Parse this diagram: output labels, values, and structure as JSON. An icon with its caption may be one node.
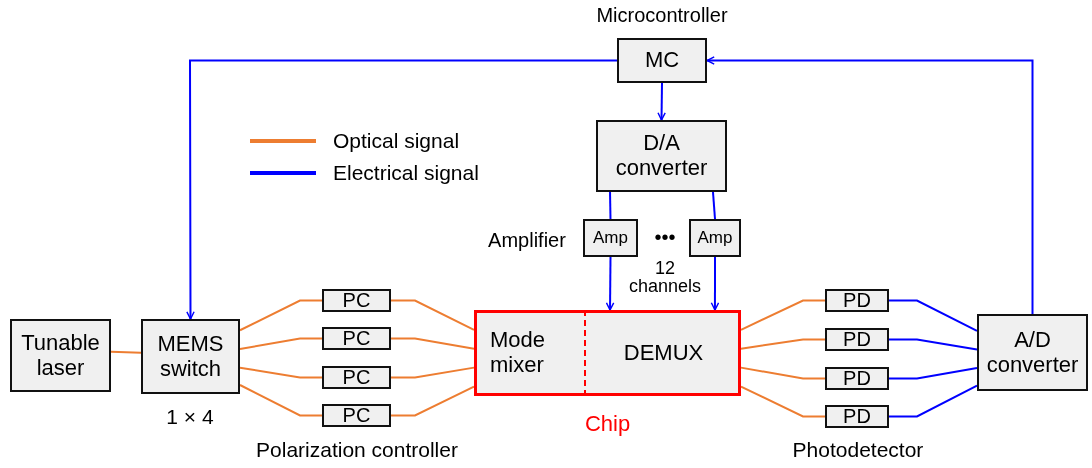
{
  "diagram": {
    "nodes": [
      {
        "text": [
          "MC"
        ],
        "beside": [
          "Microcontroller"
        ]
      },
      {
        "text": [
          "D/A converter"
        ]
      },
      {
        "text": [
          "Amp"
        ],
        "beside": [
          "Amplifier"
        ]
      },
      {
        "text": [
          "Amp"
        ]
      },
      {
        "text": [
          "Tunable laser"
        ]
      },
      {
        "text": [
          "MEMS switch"
        ],
        "beside": [
          "1 × 4"
        ]
      },
      {
        "text": [
          "PC"
        ]
      },
      {
        "text": [
          "PC"
        ]
      },
      {
        "text": [
          "PC"
        ]
      },
      {
        "text": [
          "PC"
        ]
      },
      {
        "text": [
          "Chip"
        ]
      },
      {
        "text": [
          "Mode mixer"
        ],
        "in": 10
      },
      {
        "text": [
          "DEMUX"
        ],
        "in": 10
      },
      {
        "text": [
          "PD"
        ]
      },
      {
        "text": [
          "PD"
        ]
      },
      {
        "text": [
          "PD"
        ]
      },
      {
        "text": [
          "PD"
        ]
      },
      {
        "text": [
          "A/D converter"
        ]
      }
    ],
    "edges": [
      {
        "from": 0,
        "to": 5,
        "arrow": "to",
        "color": "#0000ff"
      },
      {
        "from": 17,
        "to": 0,
        "arrow": "to",
        "color": "#0000ff"
      },
      {
        "from": 0,
        "to": 1,
        "arrow": "to",
        "color": "#0000ff"
      },
      {
        "from": 1,
        "to": 2,
        "arrow": "none",
        "color": "#0000ff"
      },
      {
        "from": 1,
        "to": 3,
        "arrow": "none",
        "color": "#0000ff"
      },
      {
        "from": 2,
        "to": 12,
        "arrow": "to",
        "color": "#0000ff"
      },
      {
        "from": 3,
        "to": 12,
        "arrow": "to",
        "color": "#0000ff"
      },
      {
        "from": 4,
        "to": 5,
        "arrow": "none"
      },
      {
        "from": 5,
        "to": 6,
        "arrow": "none"
      },
      {
        "from": 5,
        "to": 7,
        "arrow": "none"
      },
      {
        "from": 5,
        "to": 8,
        "arrow": "none"
      },
      {
        "from": 5,
        "to": 9,
        "arrow": "none"
      },
      {
        "from": 6,
        "to": 11,
        "arrow": "none"
      },
      {
        "from": 7,
        "to": 11,
        "arrow": "none"
      },
      {
        "from": 8,
        "to": 11,
        "arrow": "none"
      },
      {
        "from": 9,
        "to": 11,
        "arrow": "none"
      },
      {
        "from": 12,
        "to": 13,
        "arrow": "none"
      },
      {
        "from": 12,
        "to": 14,
        "arrow": "none"
      },
      {
        "from": 12,
        "to": 15,
        "arrow": "none"
      },
      {
        "from": 12,
        "to": 16,
        "arrow": "none"
      },
      {
        "from": 13,
        "to": 17,
        "arrow": "none",
        "color": "#0000ff"
      },
      {
        "from": 14,
        "to": 17,
        "arrow": "none",
        "color": "#0000ff"
      },
      {
        "from": 15,
        "to": 17,
        "arrow": "none",
        "color": "#0000ff"
      },
      {
        "from": 16,
        "to": 17,
        "arrow": "none",
        "color": "#0000ff"
      }
    ],
    "labels": [
      "•••",
      "12 channels",
      "Polarization controller",
      "Photodetector"
    ],
    "legend": [
      {
        "text": "Optical signal"
      },
      {
        "text": "Electrical signal"
      }
    ]
  }
}
